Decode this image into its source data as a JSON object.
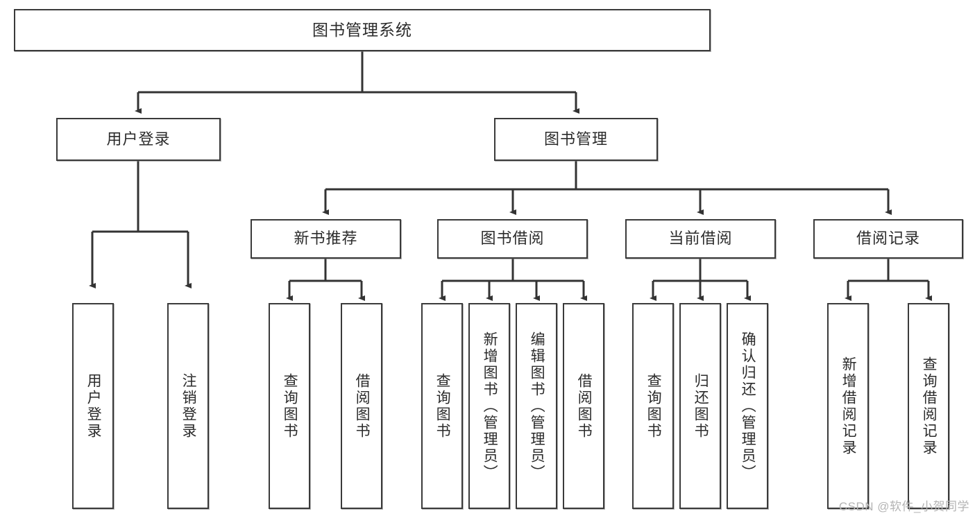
{
  "diagram": {
    "type": "tree-hierarchy-chart",
    "title": "图书管理系统",
    "watermark": "CSDN @软件_小贺同学",
    "colors": {
      "box_border": "#3a3a3a",
      "box_fill": "#ffffff",
      "edge": "#333333",
      "text": "#2b2b2b",
      "watermark": "#b4b4b4",
      "background": "#ffffff"
    },
    "root": {
      "label": "图书管理系统"
    },
    "level2": [
      {
        "id": "user-login",
        "label": "用户登录"
      },
      {
        "id": "book-manage",
        "label": "图书管理"
      }
    ],
    "level3": [
      {
        "id": "new-book-recommend",
        "label": "新书推荐",
        "parent": "book-manage"
      },
      {
        "id": "book-borrow",
        "label": "图书借阅",
        "parent": "book-manage"
      },
      {
        "id": "current-borrow",
        "label": "当前借阅",
        "parent": "book-manage"
      },
      {
        "id": "borrow-record",
        "label": "借阅记录",
        "parent": "book-manage"
      }
    ],
    "leaves": [
      {
        "id": "leaf-user-login",
        "label": "用户登录",
        "parent": "user-login"
      },
      {
        "id": "leaf-logout-login",
        "label": "注销登录",
        "parent": "user-login"
      },
      {
        "id": "leaf-query-book-1",
        "label": "查询图书",
        "parent": "new-book-recommend"
      },
      {
        "id": "leaf-borrow-book-1",
        "label": "借阅图书",
        "parent": "new-book-recommend"
      },
      {
        "id": "leaf-query-book-2",
        "label": "查询图书",
        "parent": "book-borrow"
      },
      {
        "id": "leaf-add-book",
        "label": "新增图书（管理员）",
        "parent": "book-borrow"
      },
      {
        "id": "leaf-edit-book",
        "label": "编辑图书（管理员）",
        "parent": "book-borrow"
      },
      {
        "id": "leaf-borrow-book-2",
        "label": "借阅图书",
        "parent": "book-borrow"
      },
      {
        "id": "leaf-query-book-3",
        "label": "查询图书",
        "parent": "current-borrow"
      },
      {
        "id": "leaf-return-book",
        "label": "归还图书",
        "parent": "current-borrow"
      },
      {
        "id": "leaf-confirm-return",
        "label": "确认归还（管理员）",
        "parent": "current-borrow"
      },
      {
        "id": "leaf-add-record",
        "label": "新增借阅记录",
        "parent": "borrow-record"
      },
      {
        "id": "leaf-query-record",
        "label": "查询借阅记录",
        "parent": "borrow-record"
      }
    ]
  }
}
